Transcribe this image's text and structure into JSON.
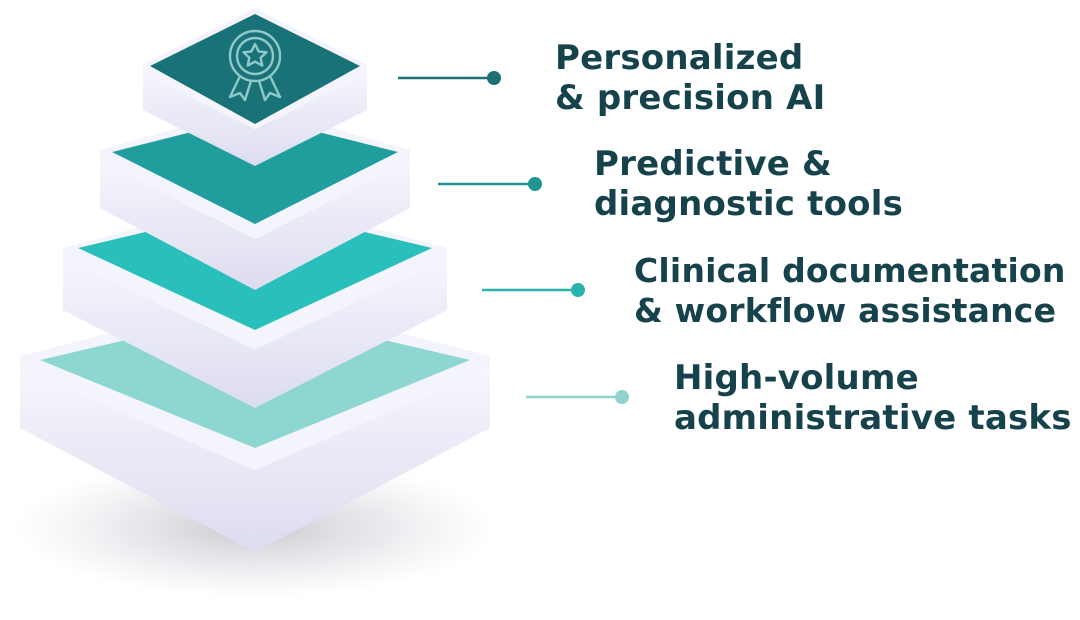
{
  "tiers": [
    {
      "line1": "Personalized",
      "line2": "& precision AI",
      "top_color": "#1a7279",
      "dot_color": "#1c6f74"
    },
    {
      "line1": "Predictive &",
      "line2": "diagnostic tools",
      "top_color": "#209e9d",
      "dot_color": "#219594"
    },
    {
      "line1": "Clinical documentation",
      "line2": "& workflow assistance",
      "top_color": "#29bfbb",
      "dot_color": "#2ab2ad"
    },
    {
      "line1": "High-volume",
      "line2": "administrative tasks",
      "top_color": "#8dd6d2",
      "dot_color": "#8fd3cf"
    }
  ],
  "top_icon": "award-ribbon-star-icon",
  "colors": {
    "text": "#16424c",
    "slab_side": "#e4e4f5",
    "slab_edge": "#f4f4fc"
  }
}
